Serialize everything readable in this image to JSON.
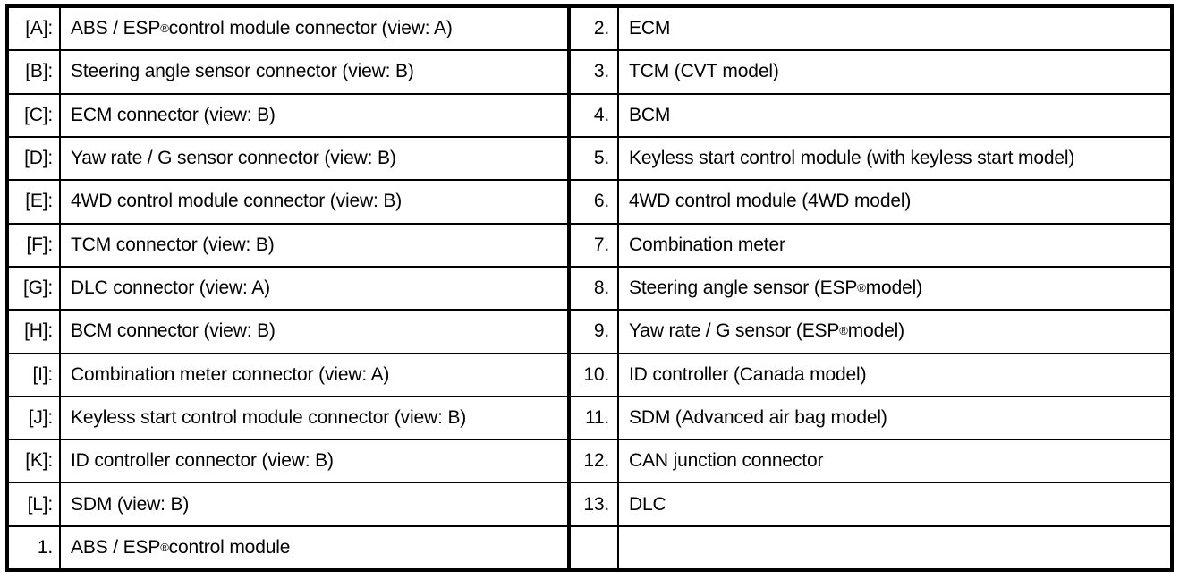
{
  "legend": {
    "left_column": [
      {
        "key": "[A]:",
        "text": "ABS / ESP® control module connector (view: A)"
      },
      {
        "key": "[B]:",
        "text": "Steering angle sensor connector (view: B)"
      },
      {
        "key": "[C]:",
        "text": "ECM connector (view: B)"
      },
      {
        "key": "[D]:",
        "text": "Yaw rate / G sensor connector (view: B)"
      },
      {
        "key": "[E]:",
        "text": "4WD control module connector (view: B)"
      },
      {
        "key": "[F]:",
        "text": "TCM connector (view: B)"
      },
      {
        "key": "[G]:",
        "text": "DLC connector (view: A)"
      },
      {
        "key": "[H]:",
        "text": "BCM connector (view: B)"
      },
      {
        "key": "[I]:",
        "text": "Combination meter connector (view: A)"
      },
      {
        "key": "[J]:",
        "text": "Keyless start control module connector (view: B)"
      },
      {
        "key": "[K]:",
        "text": "ID controller connector (view: B)"
      },
      {
        "key": "[L]:",
        "text": "SDM (view: B)"
      },
      {
        "key": "1.",
        "text": "ABS / ESP® control module"
      }
    ],
    "right_column": [
      {
        "key": "2.",
        "text": "ECM"
      },
      {
        "key": "3.",
        "text": "TCM (CVT model)"
      },
      {
        "key": "4.",
        "text": "BCM"
      },
      {
        "key": "5.",
        "text": "Keyless start control module (with keyless start model)"
      },
      {
        "key": "6.",
        "text": "4WD control module (4WD model)"
      },
      {
        "key": "7.",
        "text": "Combination meter"
      },
      {
        "key": "8.",
        "text": "Steering angle sensor (ESP® model)"
      },
      {
        "key": "9.",
        "text": "Yaw rate / G sensor (ESP® model)"
      },
      {
        "key": "10.",
        "text": "ID controller (Canada model)"
      },
      {
        "key": "11.",
        "text": "SDM (Advanced air bag model)"
      },
      {
        "key": "12.",
        "text": "CAN junction connector"
      },
      {
        "key": "13.",
        "text": "DLC"
      },
      {
        "key": "",
        "text": ""
      }
    ]
  },
  "colors": {
    "border": "#000000",
    "background": "#ffffff",
    "text": "#000000"
  }
}
